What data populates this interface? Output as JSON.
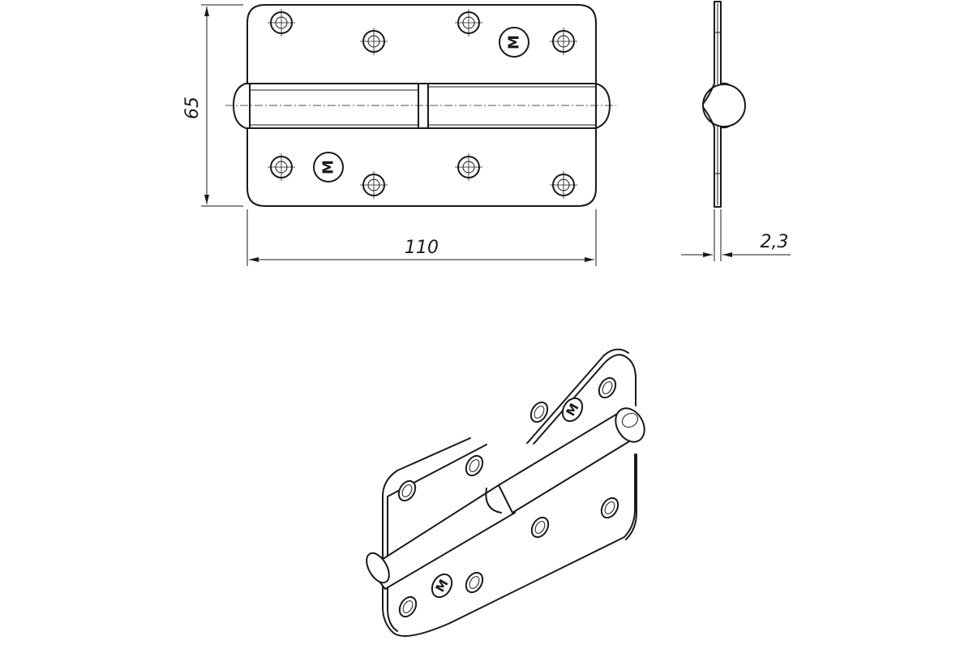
{
  "dimensions": {
    "height": "65",
    "width": "110",
    "thickness": "2,3"
  },
  "marks": {
    "logo_letter": "M"
  }
}
